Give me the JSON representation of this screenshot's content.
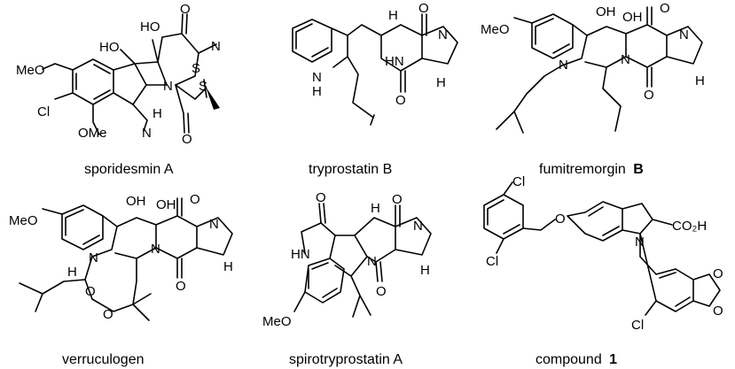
{
  "molecules": [
    {
      "name": "sporidesmin A",
      "atoms": {
        "meo": "MeO",
        "cl": "Cl",
        "ome": "OMe",
        "oh1": "HO",
        "oh2": "HO",
        "n1": "N",
        "n2": "N",
        "n3": "N",
        "h": "H",
        "s1": "S",
        "s2": "S",
        "o1": "O",
        "o2": "O"
      }
    },
    {
      "name": "tryprostatin B",
      "atoms": {
        "nh": "N",
        "h1": "H",
        "hn": "HN",
        "n": "N",
        "o1": "O",
        "o2": "O",
        "h2": "H",
        "h3": "H"
      }
    },
    {
      "name_prefix": "fumitremorgin",
      "name_bold": "B",
      "atoms": {
        "meo": "MeO",
        "oh1": "OH",
        "oh2": "OH",
        "n1": "N",
        "n2": "N",
        "n3": "N",
        "o1": "O",
        "o2": "O",
        "h": "H"
      }
    },
    {
      "name": "verruculogen",
      "atoms": {
        "meo": "MeO",
        "oh1": "OH",
        "oh2": "OH",
        "n1": "N",
        "n2": "N",
        "n3": "N",
        "o1": "O",
        "o2": "O",
        "o3": "O",
        "o4": "O",
        "h1": "H",
        "h2": "H"
      }
    },
    {
      "name": "spirotryprostatin A",
      "atoms": {
        "hn": "HN",
        "o1": "O",
        "o2": "O",
        "o3": "O",
        "n1": "N",
        "n2": "N",
        "h1": "H",
        "h2": "H",
        "meo": "MeO"
      }
    },
    {
      "name_prefix": "compound",
      "name_bold": "1",
      "atoms": {
        "cl1": "Cl",
        "cl2": "Cl",
        "cl3": "Cl",
        "o": "O",
        "n": "N",
        "co2h": "CO₂H",
        "o1": "O",
        "o2": "O"
      }
    }
  ]
}
